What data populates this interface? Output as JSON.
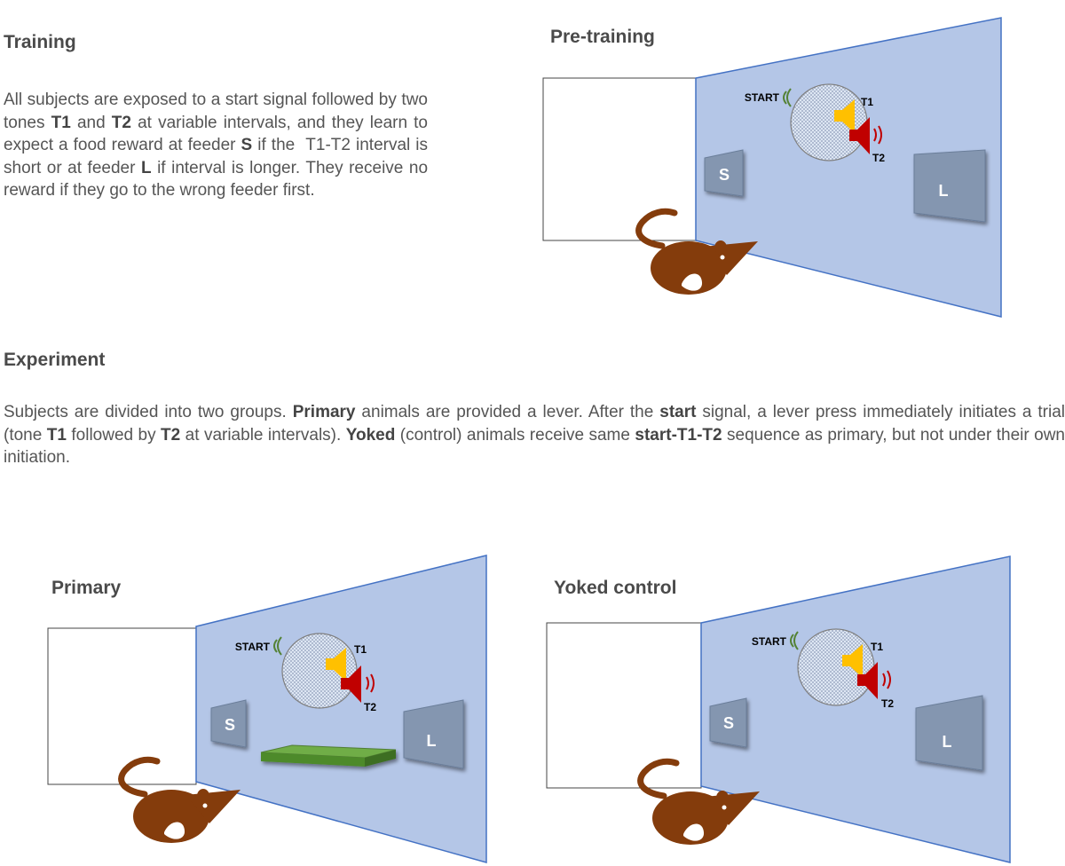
{
  "training": {
    "heading": "Training",
    "parts": [
      {
        "t": "All subjects are exposed to a start signal followed by two tones "
      },
      {
        "t": "T1",
        "b": true
      },
      {
        "t": " and "
      },
      {
        "t": "T2",
        "b": true
      },
      {
        "t": " at variable intervals, and they learn to expect a food reward at feeder "
      },
      {
        "t": "S",
        "b": true
      },
      {
        "t": " if the  T1-T2 interval is short or at feeder "
      },
      {
        "t": "L",
        "b": true
      },
      {
        "t": " if interval is longer. They receive no reward if they go to the wrong feeder first."
      }
    ]
  },
  "experiment": {
    "heading": "Experiment",
    "parts": [
      {
        "t": "Subjects are divided into two groups. "
      },
      {
        "t": "Primary",
        "b": true
      },
      {
        "t": " animals are provided a lever. After the "
      },
      {
        "t": "start",
        "b": true
      },
      {
        "t": " signal, a lever press immediately initiates a trial (tone "
      },
      {
        "t": "T1",
        "b": true
      },
      {
        "t": " followed by "
      },
      {
        "t": "T2",
        "b": true
      },
      {
        "t": " at variable intervals). "
      },
      {
        "t": "Yoked",
        "b": true
      },
      {
        "t": " (control) animals receive same "
      },
      {
        "t": "start-T1-T2",
        "b": true
      },
      {
        "t": " sequence as primary, but not under their own initiation."
      }
    ]
  },
  "scenes": {
    "pretraining": {
      "label": "Pre-training"
    },
    "primary": {
      "label": "Primary"
    },
    "yoked": {
      "label": "Yoked control"
    }
  },
  "chamber": {
    "start_label": "START",
    "tone1_label": "T1",
    "tone2_label": "T2",
    "feeder_short": "S",
    "feeder_long": "L",
    "colors": {
      "wall": "#b4c6e7",
      "wall_stroke": "#4472c4",
      "feeder": "#8496b0",
      "rat": "#843c0c",
      "lever": "#70ad47",
      "start_signal": "#548235",
      "speaker_t1": "#ffc000",
      "speaker_t2": "#c00000"
    }
  }
}
